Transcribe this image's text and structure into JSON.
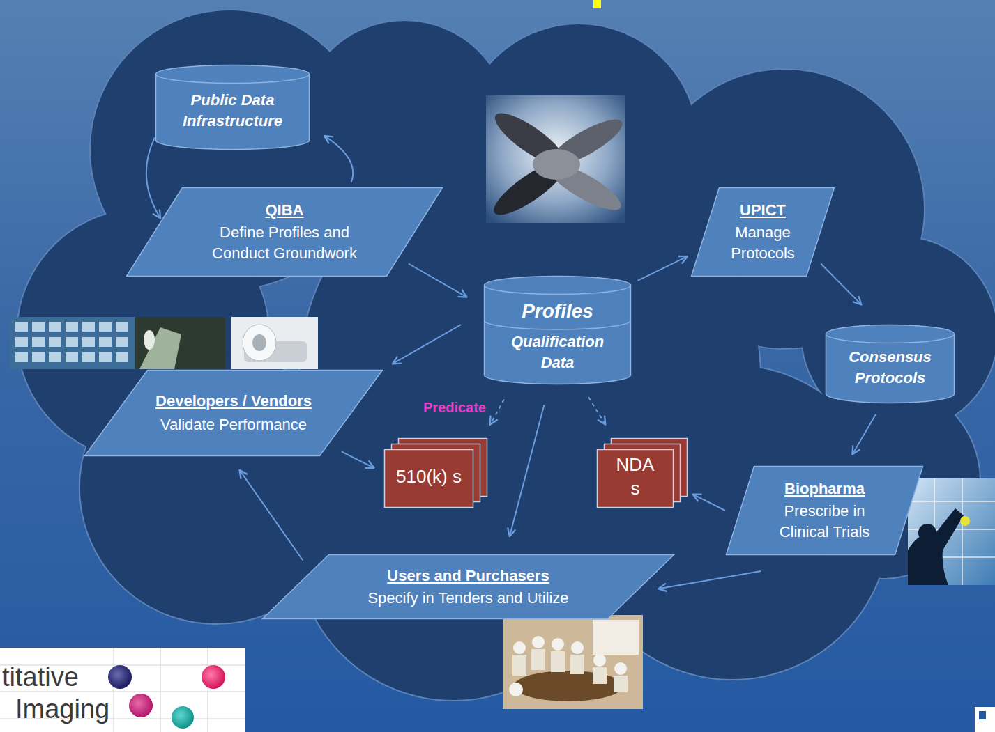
{
  "diagram": {
    "nodes": [
      {
        "text": [
          "Public Data Infrastructure"
        ]
      },
      {
        "text": [
          "QIBA",
          "Define Profiles and Conduct Groundwork"
        ]
      },
      {
        "text": [
          "Profiles",
          "Qualification Data"
        ]
      },
      {
        "text": [
          "UPICT",
          "Manage Protocols"
        ]
      },
      {
        "text": [
          "Consensus Protocols"
        ]
      },
      {
        "text": [
          "Developers / Vendors",
          "Validate Performance"
        ]
      },
      {
        "text": [
          "510(k) s"
        ]
      },
      {
        "text": [
          "NDA s"
        ]
      },
      {
        "text": [
          "Biopharma",
          "Prescribe in Clinical Trials"
        ]
      },
      {
        "text": [
          "Users and Purchasers",
          "Specify in Tenders and Utilize"
        ]
      }
    ],
    "edges": [
      {
        "from": 0,
        "to": 1,
        "arrow": "to"
      },
      {
        "from": 1,
        "to": 0,
        "arrow": "to"
      },
      {
        "from": 1,
        "to": 2,
        "arrow": "to"
      },
      {
        "from": 2,
        "to": 3,
        "arrow": "to"
      },
      {
        "from": 3,
        "to": 4,
        "arrow": "to"
      },
      {
        "from": 4,
        "to": 8,
        "arrow": "to"
      },
      {
        "from": 8,
        "to": 7,
        "arrow": "to"
      },
      {
        "from": 8,
        "to": 9,
        "arrow": "to"
      },
      {
        "from": 2,
        "to": 5,
        "arrow": "to"
      },
      {
        "from": 2,
        "to": 6,
        "label": "Predicate",
        "arrow": "to"
      },
      {
        "from": 2,
        "to": 7,
        "arrow": "to"
      },
      {
        "from": 2,
        "to": 9,
        "arrow": "to"
      },
      {
        "from": 5,
        "to": 6,
        "arrow": "to"
      },
      {
        "from": 9,
        "to": 5,
        "arrow": "to"
      }
    ],
    "labels": [
      "titative",
      "Imaging"
    ]
  }
}
